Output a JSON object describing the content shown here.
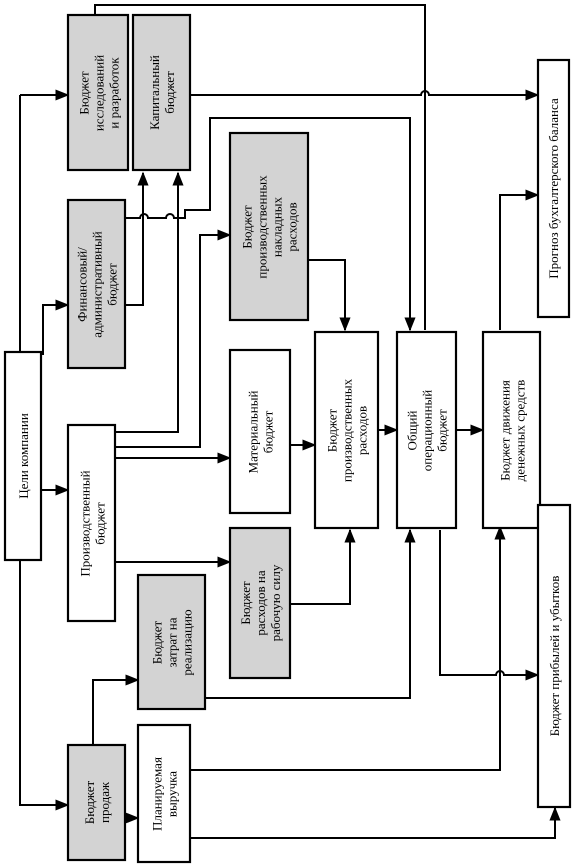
{
  "boxes": {
    "company_goals": "Цели компании",
    "rnd_budget": "Бюджет\nисследований\nи разработок",
    "capital_budget": "Капитальный\nбюджет",
    "fin_admin_budget": "Финансовый/\nадминистративный\nбюджет",
    "overhead_budget": "Бюджет\nпроизводственных\nнакладных\nрасходов",
    "production_budget": "Производственный\nбюджет",
    "material_budget": "Материальный\nбюджет",
    "labor_budget": "Бюджет\nрасходов на\nрабочую силу",
    "selling_cost_budget": "Бюджет\nзатрат на\nреализацию",
    "sales_budget": "Бюджет\nпродаж",
    "planned_revenue": "Планируемая\nвыручка",
    "production_cost_budget": "Бюджет\nпроизводственных\nрасходов",
    "operating_budget": "Общий\nоперационный\nбюджет",
    "cash_flow_budget": "Бюджет движения\nденежных средств",
    "balance_forecast": "Прогноз бухгалтерского баланса",
    "pnl_budget": "Бюджет прибылей и убытков"
  }
}
